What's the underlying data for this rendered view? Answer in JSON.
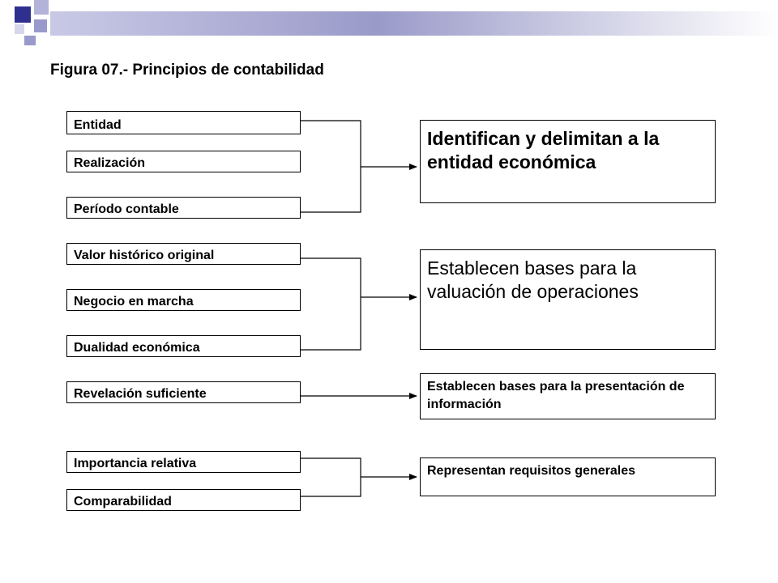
{
  "title": "Figura 07.- Principios de contabilidad",
  "colors": {
    "deco_dark": "#2e2f8f",
    "deco_light": "#9999cc",
    "stroke": "#000000"
  },
  "principles": [
    "Entidad",
    "Realización",
    "Período contable",
    "Valor histórico original",
    "Negocio en marcha",
    "Dualidad económica",
    "Revelación suficiente",
    "Importancia relativa",
    "Comparabilidad"
  ],
  "groups": [
    {
      "text": "Identifican y delimitan  a la entidad económica",
      "members": [
        0,
        1,
        2
      ]
    },
    {
      "text": "Establecen bases para la valuación de operaciones",
      "members": [
        3,
        4,
        5
      ]
    },
    {
      "text": "Establecen bases para la presentación de información",
      "members": [
        6
      ]
    },
    {
      "text": "Representan requisitos generales",
      "members": [
        7,
        8
      ]
    }
  ]
}
